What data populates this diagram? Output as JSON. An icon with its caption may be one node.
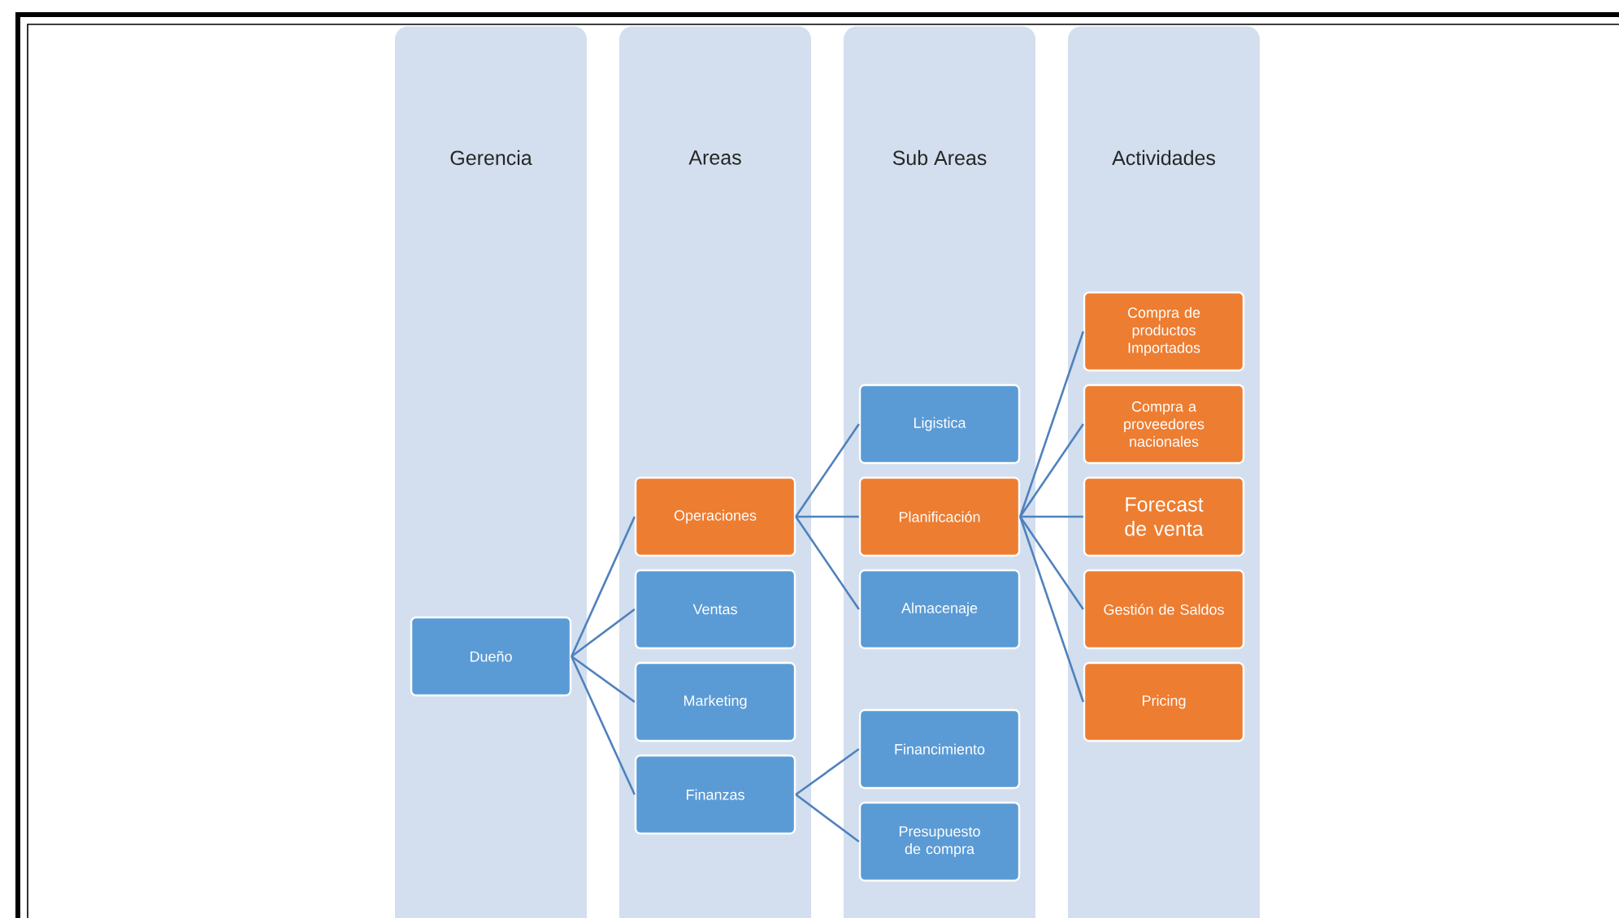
{
  "diagram": {
    "nodes": [
      {
        "text": [
          "Gerencia"
        ]
      },
      {
        "text": [
          "Areas"
        ]
      },
      {
        "text": [
          "Sub Areas"
        ]
      },
      {
        "text": [
          "Actividades"
        ]
      },
      {
        "text": [
          "Dueño"
        ],
        "in": 0
      },
      {
        "text": [
          "Operaciones"
        ],
        "in": 1
      },
      {
        "text": [
          "Ventas"
        ],
        "in": 1
      },
      {
        "text": [
          "Marketing"
        ],
        "in": 1
      },
      {
        "text": [
          "Finanzas"
        ],
        "in": 1
      },
      {
        "text": [
          "Ligistica"
        ],
        "in": 2
      },
      {
        "text": [
          "Planificación"
        ],
        "in": 2
      },
      {
        "text": [
          "Almacenaje"
        ],
        "in": 2
      },
      {
        "text": [
          "Financimiento"
        ],
        "in": 2
      },
      {
        "text": [
          "Presupuesto de compra"
        ],
        "in": 2
      },
      {
        "text": [
          "Compra de productos Importados"
        ],
        "in": 3
      },
      {
        "text": [
          "Compra a proveedores nacionales"
        ],
        "in": 3
      },
      {
        "text": [
          "Forecast de venta"
        ],
        "in": 3
      },
      {
        "text": [
          "Gestión de Saldos"
        ],
        "in": 3
      },
      {
        "text": [
          "Pricing"
        ],
        "in": 3
      }
    ],
    "edges": [
      {
        "from": 4,
        "to": 5,
        "arrow": "none"
      },
      {
        "from": 4,
        "to": 6,
        "arrow": "none"
      },
      {
        "from": 4,
        "to": 7,
        "arrow": "none"
      },
      {
        "from": 4,
        "to": 8,
        "arrow": "none"
      },
      {
        "from": 5,
        "to": 9,
        "arrow": "none"
      },
      {
        "from": 5,
        "to": 10,
        "arrow": "none"
      },
      {
        "from": 5,
        "to": 11,
        "arrow": "none"
      },
      {
        "from": 8,
        "to": 12,
        "arrow": "none"
      },
      {
        "from": 8,
        "to": 13,
        "arrow": "none"
      },
      {
        "from": 10,
        "to": 14,
        "arrow": "none"
      },
      {
        "from": 10,
        "to": 15,
        "arrow": "none"
      },
      {
        "from": 10,
        "to": 16,
        "arrow": "none"
      },
      {
        "from": 10,
        "to": 17,
        "arrow": "none"
      },
      {
        "from": 10,
        "to": 18,
        "arrow": "none"
      }
    ]
  }
}
